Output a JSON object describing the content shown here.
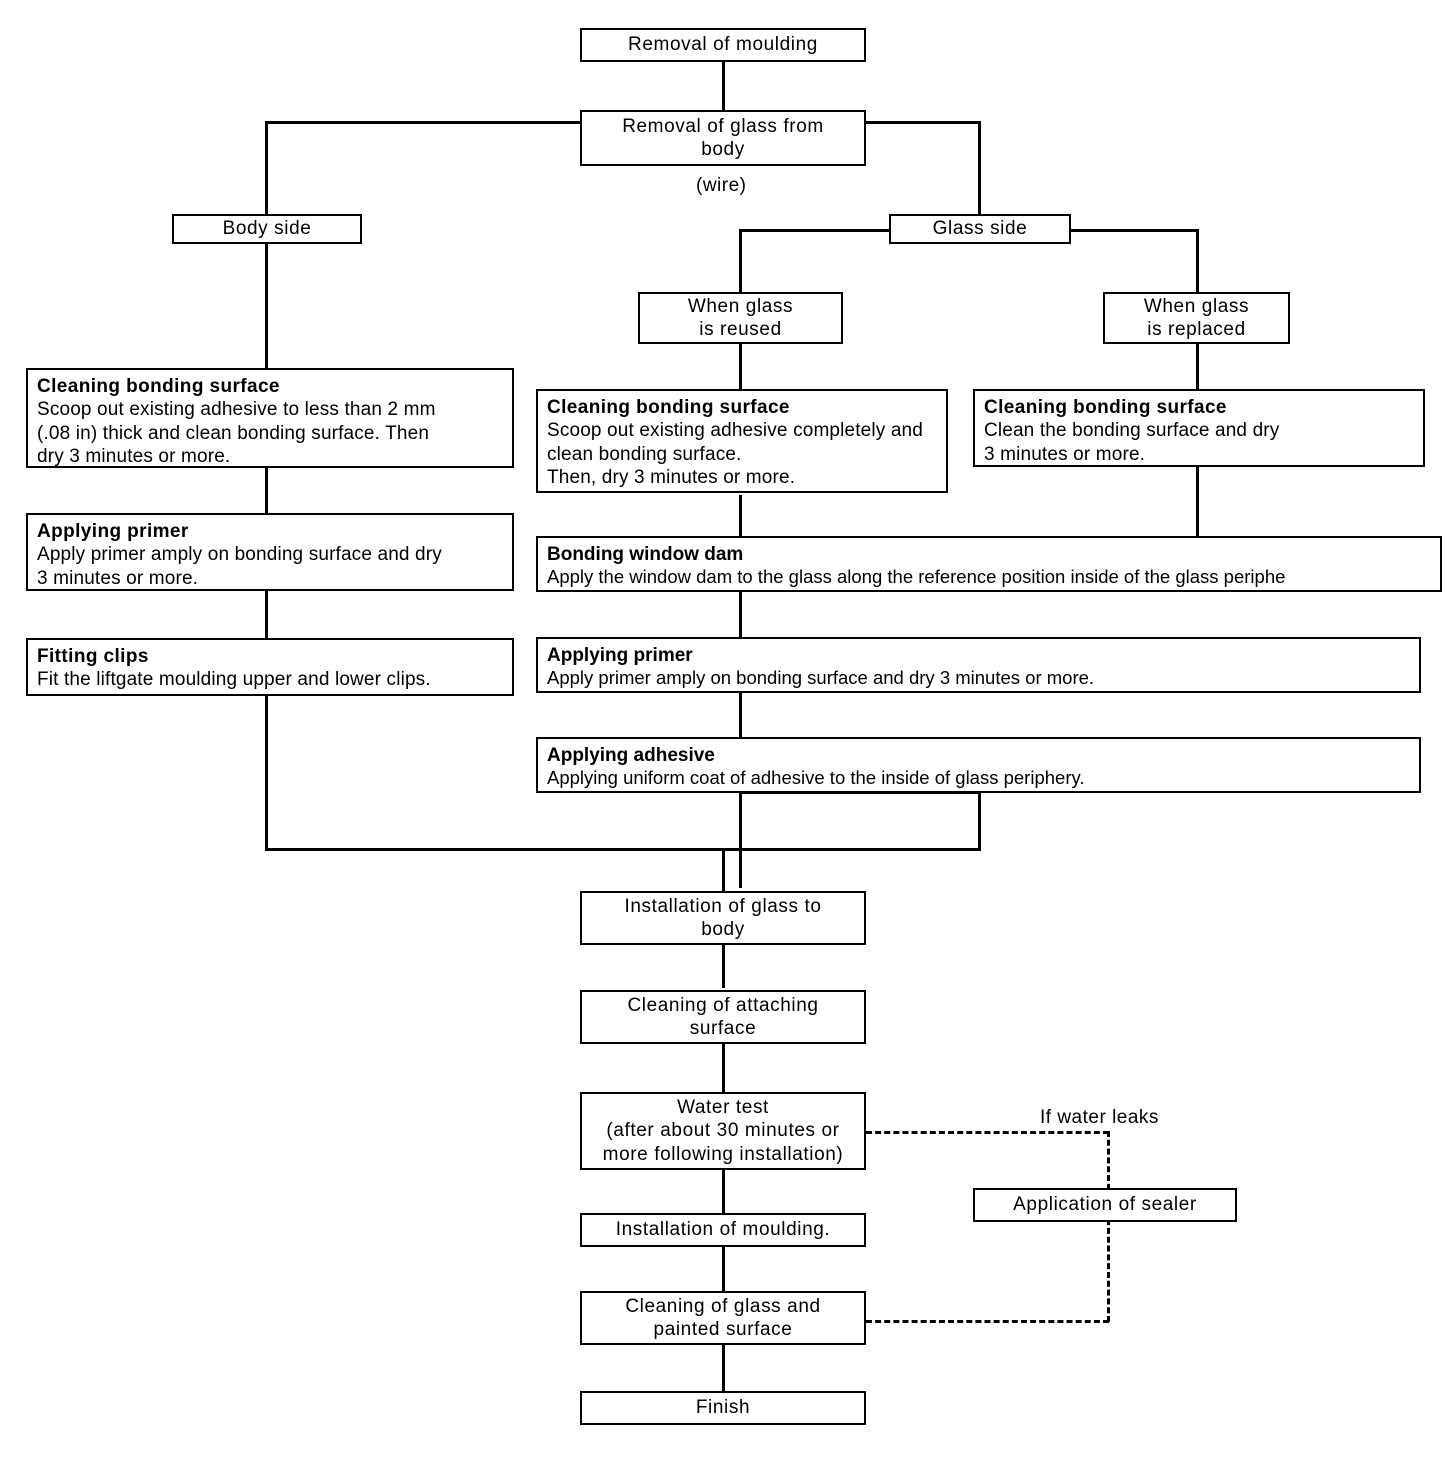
{
  "diagram": {
    "title": "Windshield / liftgate glass removal and installation procedure flowchart",
    "nodes": {
      "removal_moulding": {
        "label": "Removal of moulding"
      },
      "removal_glass": {
        "line1": "Removal of glass from",
        "line2": "body"
      },
      "wire_note": {
        "label": "(wire)"
      },
      "body_side": {
        "label": "Body side"
      },
      "glass_side": {
        "label": "Glass side"
      },
      "glass_reused": {
        "line1": "When glass",
        "line2": "is reused"
      },
      "glass_replaced": {
        "line1": "When glass",
        "line2": "is replaced"
      },
      "body_clean": {
        "heading": "Cleaning bonding surface",
        "body": "Scoop out existing adhesive to less than 2 mm\n(.08 in) thick and clean bonding surface. Then\ndry 3 minutes or more."
      },
      "body_primer": {
        "heading": "Applying primer",
        "body": "Apply primer amply on bonding surface and dry\n3 minutes or more."
      },
      "body_clips": {
        "heading": "Fitting clips",
        "body": "Fit the liftgate moulding upper and lower clips."
      },
      "reused_clean": {
        "heading": "Cleaning bonding surface",
        "body": "Scoop out existing adhesive completely and\nclean bonding surface.\nThen, dry 3 minutes or more."
      },
      "replaced_clean": {
        "heading": "Cleaning bonding surface",
        "body": "Clean the bonding surface and dry\n3 minutes or more."
      },
      "window_dam": {
        "heading": "Bonding window dam",
        "body": "Apply the window dam to the glass along the reference position inside of the glass periphe"
      },
      "glass_primer": {
        "heading": "Applying primer",
        "body": "Apply primer amply on bonding surface and dry 3 minutes or more."
      },
      "glass_adhesive": {
        "heading": "Applying adhesive",
        "body": "Applying uniform coat of adhesive to the inside of glass periphery."
      },
      "install_glass": {
        "line1": "Installation of glass to",
        "line2": "body"
      },
      "clean_attaching": {
        "line1": "Cleaning of attaching",
        "line2": "surface"
      },
      "water_test": {
        "line1": "Water test",
        "line2": "(after about 30 minutes or",
        "line3": "more following installation)"
      },
      "install_moulding": {
        "label": "Installation of moulding."
      },
      "clean_glass": {
        "line1": "Cleaning of glass and",
        "line2": "painted surface"
      },
      "finish": {
        "label": "Finish"
      },
      "sealer": {
        "label": "Application of sealer"
      }
    },
    "edge_labels": {
      "if_water_leaks": "If water leaks"
    },
    "colors": {
      "line": "#000000",
      "box_border": "#000000",
      "background": "#ffffff",
      "text": "#000000"
    }
  }
}
